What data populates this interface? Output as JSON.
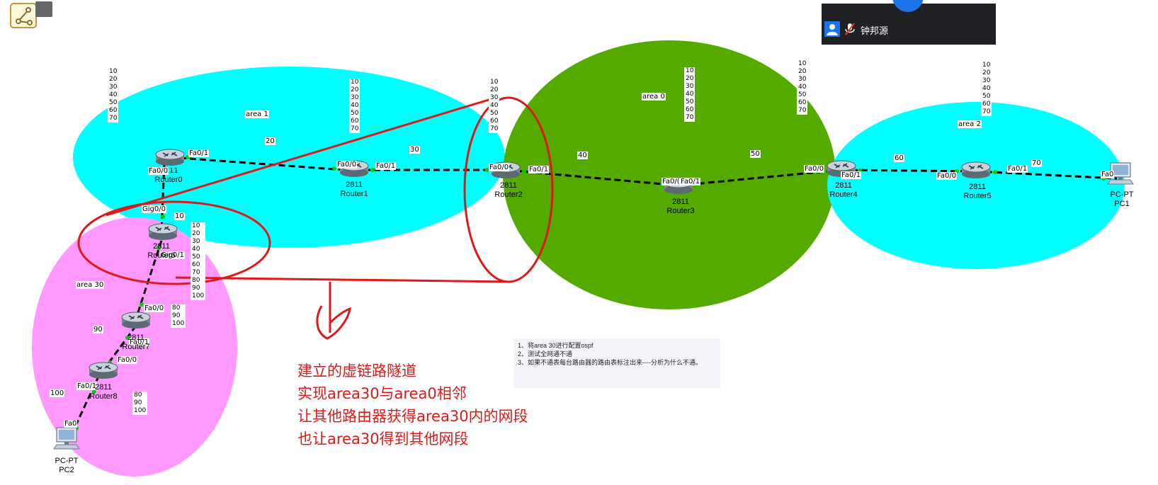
{
  "colors": {
    "area1": "#00ffff",
    "area0": "#55aa00",
    "area2": "#00ffff",
    "area30": "#ff99ff",
    "annotation": "#e01818",
    "link": "#000000",
    "port": "#00cc00"
  },
  "areas": {
    "area1": "area 1",
    "area0": "area 0",
    "area2": "area 2",
    "area30": "area 30"
  },
  "devices": {
    "router0": {
      "model": "",
      "name": "Router0",
      "icon": "router-icon"
    },
    "router1": {
      "model": "2811",
      "name": "Router1",
      "icon": "router-icon"
    },
    "router2": {
      "model": "2811",
      "name": "Router2",
      "icon": "router-icon"
    },
    "router3": {
      "model": "2811",
      "name": "Router3",
      "icon": "router-icon"
    },
    "router4": {
      "model": "2811",
      "name": "Router4",
      "icon": "router-icon"
    },
    "router5": {
      "model": "2811",
      "name": "Router5",
      "icon": "router-icon"
    },
    "router6": {
      "model": "2811",
      "name": "Router6",
      "icon": "router-icon"
    },
    "router7": {
      "model": "2811",
      "name": "Router7",
      "icon": "router-icon"
    },
    "router8": {
      "model": "2811",
      "name": "Router8",
      "icon": "router-icon"
    },
    "pc1": {
      "model": "PC-PT",
      "name": "PC1",
      "icon": "pc-icon"
    },
    "pc2": {
      "model": "PC-PT",
      "name": "PC2",
      "icon": "pc-icon"
    }
  },
  "ports": {
    "r0_fa01": "Fa0/1",
    "r0_fa00": "Fa0/0",
    "r0_gig": "11",
    "r1_fa00": "Fa0/0",
    "r1_fa01": "Fa0/1",
    "r2_fa00": "Fa0/0",
    "r2_fa01": "Fa0/1",
    "r3_fa00": "Fa0/(",
    "r3_fa01": "Fa0/1",
    "r4_fa00": "Fa0/0",
    "r4_fa01": "Fa0/1",
    "r5_fa00": "Fa0/0",
    "r5_fa01": "Fa0/1",
    "pc1_fa0": "Fa0",
    "r6_gig00": "Gig0/0",
    "r6_gig01": "Gig0/1",
    "r7_fa00": "Fa0/0",
    "r7_fa01": "Fa0/1",
    "r8_fa00": "Fa0/0",
    "r8_fa01": "Fa0/1",
    "pc2_fa0": "Fa0"
  },
  "links": {
    "n20": "20",
    "n30": "30",
    "n40": "40",
    "n50": "50",
    "n60": "60",
    "n70": "70",
    "n10": "10",
    "n80": "80",
    "n90": "90",
    "n100": "100"
  },
  "route_lists": {
    "r0": [
      "10",
      "20",
      "30",
      "40",
      "50",
      "60",
      "70"
    ],
    "r1": [
      "10",
      "20",
      "30",
      "40",
      "50",
      "60",
      "70"
    ],
    "r2": [
      "10",
      "20",
      "30",
      "40",
      "50",
      "60",
      "70"
    ],
    "r3": [
      "10",
      "20",
      "30",
      "40",
      "50",
      "60",
      "70"
    ],
    "r4": [
      "10",
      "20",
      "30",
      "40",
      "50",
      "60",
      "70"
    ],
    "r5": [
      "10",
      "20",
      "30",
      "40",
      "50",
      "60",
      "70"
    ],
    "r6": [
      "10",
      "20",
      "30",
      "40",
      "50",
      "60",
      "70",
      "80",
      "90",
      "100"
    ],
    "r7": [
      "80",
      "90",
      "100"
    ],
    "r8": [
      "80",
      "90",
      "100"
    ]
  },
  "tasks": [
    "1、将area 30进行配置ospf",
    "2、测试全网通不通",
    "3、如果不通表每台路由器的路由表标注出来----分析为什么不通。"
  ],
  "annotation": [
    "建立的虚链路隧道",
    "实现area30与area0相邻",
    "让其他路由器获得area30内的网段",
    "也让area30得到其他网段"
  ],
  "call": {
    "participant": "钟邦源",
    "user_icon": "user-icon",
    "mic_icon": "mic-muted-icon"
  }
}
